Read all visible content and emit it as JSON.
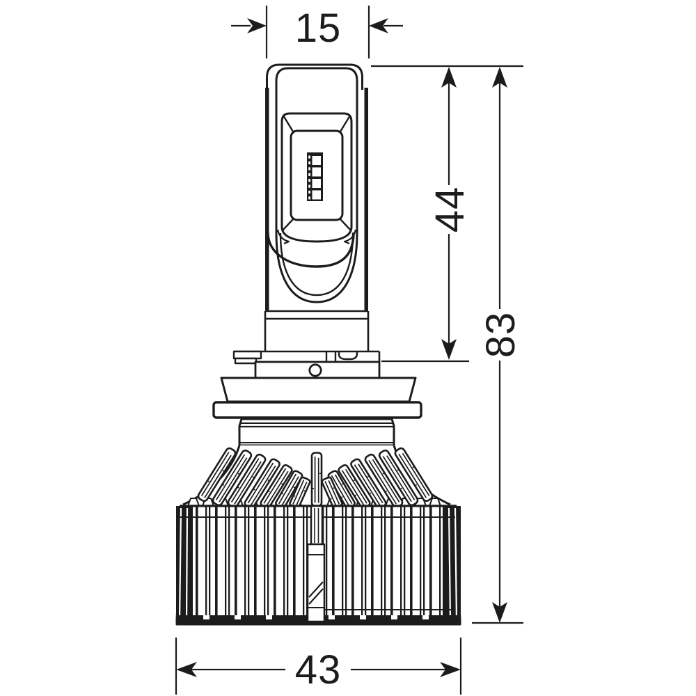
{
  "drawing": {
    "kind": "technical-dimension-drawing",
    "subject": "LED headlight bulb front view with heat sink",
    "background": "#ffffff",
    "line_color": "#1c1c1c",
    "labels": {
      "top_width": "15",
      "upper_height": "44",
      "total_height": "83",
      "base_width": "43"
    }
  }
}
